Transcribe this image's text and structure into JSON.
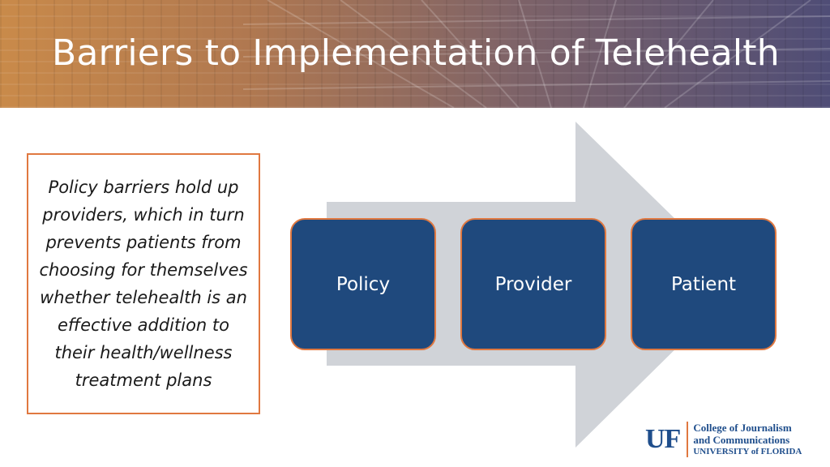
{
  "slide": {
    "title": "Barriers to Implementation of Telehealth",
    "description": "Policy barriers hold up providers, which in turn prevents patients from choosing for themselves whether telehealth is an effective addition to their health/wellness treatment plans"
  },
  "process": {
    "steps": [
      {
        "label": "Policy"
      },
      {
        "label": "Provider"
      },
      {
        "label": "Patient"
      }
    ]
  },
  "logo": {
    "mark": "UF",
    "line1": "College of Journalism",
    "line2": "and Communications",
    "line3": "UNIVERSITY of FLORIDA"
  },
  "colors": {
    "box_fill": "#1f497d",
    "accent": "#e07840",
    "arrow": "#d0d3d8"
  }
}
